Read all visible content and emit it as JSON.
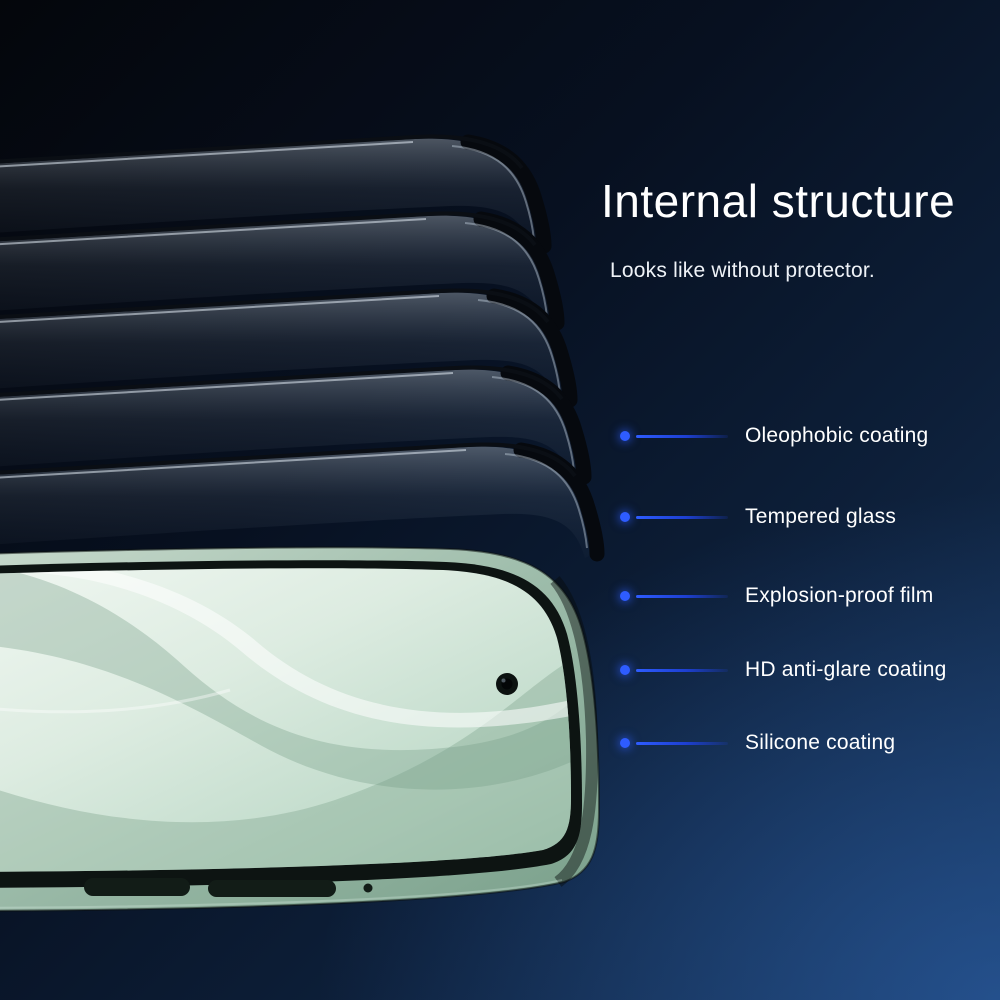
{
  "title": "Internal structure",
  "subtitle": "Looks like without protector.",
  "callouts": [
    {
      "label": "Oleophobic coating"
    },
    {
      "label": "Tempered glass"
    },
    {
      "label": "Explosion-proof film"
    },
    {
      "label": "HD anti-glare coating"
    },
    {
      "label": "Silicone coating"
    }
  ],
  "colors": {
    "accent_blue": "#2e5cff",
    "background_dark": "#05070b",
    "background_blue": "#1c3f6d",
    "phone_frame_green": "#9dbcaa",
    "screen_mint": "#dcebe0"
  },
  "illustration": {
    "glass_layer_count": 5
  }
}
